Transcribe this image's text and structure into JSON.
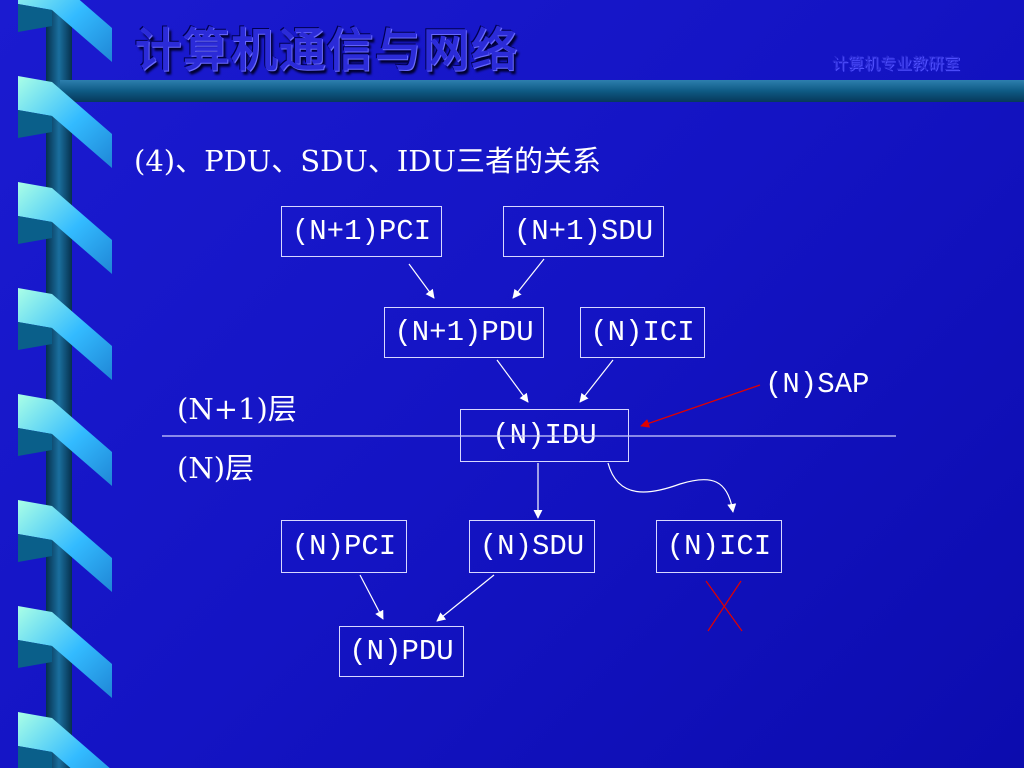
{
  "slide": {
    "title": "计算机通信与网络",
    "subtitle": "计算机专业教研室",
    "heading": "(4)、PDU、SDU、IDU三者的关系"
  },
  "layers": {
    "upper": "(N+1)层",
    "lower": "(N)层"
  },
  "nodes": {
    "n1_pci": "(N+1)PCI",
    "n1_sdu": "(N+1)SDU",
    "n1_pdu": "(N+1)PDU",
    "n_ici_top": "(N)ICI",
    "n_idu": "(N)IDU",
    "n_pci": "(N)PCI",
    "n_sdu": "(N)SDU",
    "n_ici_bottom": "(N)ICI",
    "n_pdu": "(N)PDU"
  },
  "sap_label": "(N)SAP",
  "colors": {
    "background": "#1414c4",
    "spiral_light": "#aaffe6",
    "spiral_mid": "#33bbff",
    "spiral_dark": "#0a5f8a",
    "bar": "#0e5a84",
    "annotation_red": "#e00000"
  }
}
